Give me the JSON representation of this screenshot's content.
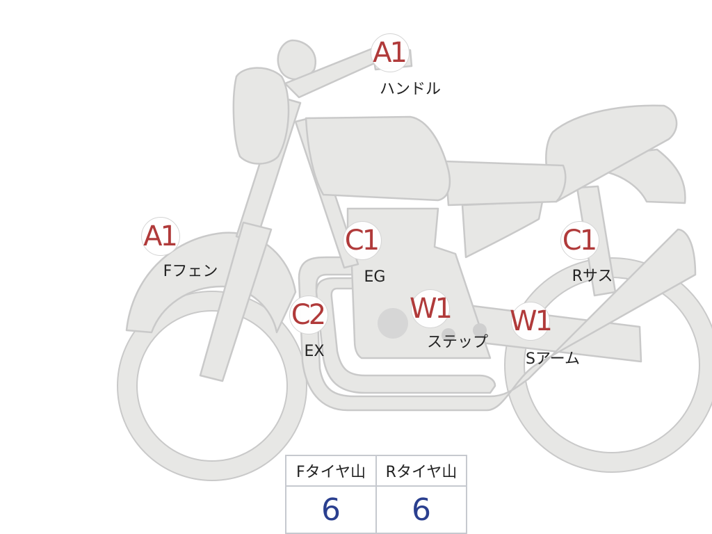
{
  "grades": {
    "handle": {
      "grade": "A1",
      "label": "ハンドル"
    },
    "f_fender": {
      "grade": "A1",
      "label": "Fフェン"
    },
    "engine": {
      "grade": "C1",
      "label": "EG"
    },
    "r_susp": {
      "grade": "C1",
      "label": "Rサス"
    },
    "exhaust": {
      "grade": "C2",
      "label": "EX"
    },
    "step": {
      "grade": "W1",
      "label": "ステップ"
    },
    "swingarm": {
      "grade": "W1",
      "label": "Sアーム"
    }
  },
  "tire_table": {
    "front_header": "Fタイヤ山",
    "rear_header": "Rタイヤ山",
    "front_value": "6",
    "rear_value": "6"
  },
  "colors": {
    "silhouette_fill": "#e7e7e5",
    "silhouette_stroke": "#c9c9c9",
    "grade_text": "#b03a3a",
    "value_text": "#2a3f8f"
  }
}
